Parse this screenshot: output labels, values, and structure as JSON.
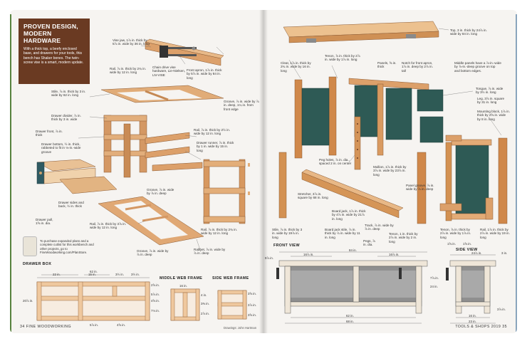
{
  "title_box": {
    "heading_line1": "PROVEN DESIGN,",
    "heading_line2": "MODERN HARDWARE",
    "text": "With a thick top, a beefy enclosed base, and drawers for your tools, this bench has Shaker bones. The twin-screw vise is a smart, modern update."
  },
  "left_labels": [
    "Vise jaw, 1⅞ in. thick by 5⅞ in. wide by 36 in. long",
    "Chain drive vise hardware, Lie-Nielsen, LN-VISE",
    "Front apron, 1⅞ in. thick by 5⅞ in. wide by 84 in. long",
    "Rail, ⅞ in. thick by 2¾ in. wide by 12 in. long",
    "Stile, ⅞ in. thick by 3 in. wide by 62 in. long",
    "Groove, ⅞ in. wide by ⅞ in. deep, 1¼ in. from front edge",
    "Drawer divider, ⅞ in. thick by 3 in. wide",
    "Rail, ⅞ in. thick by 2½ in. wide by 12 in. long",
    "Drawer front, ⅞ in. thick",
    "Drawer bottom, ½ in. thick, rabbeted to fit in ⅛-in.-wide groove",
    "Drawer runner, ⅞ in. thick by 1 in. wide by 15 in. long",
    "Drawer sides and back, ½ in. thick",
    "Groove, ⅞ in. wide by ⅞ in. deep",
    "Drawer pull, 1⅝ in. dia.",
    "Rail, ⅞ in. thick by 3⅞ in. wide by 12 in. long",
    "Rail, ⅞ in. thick by 2¾ in. wide by 12 in. long",
    "Groove, ⅞ in. wide by ⅞ in. deep",
    "Rabbet, ⅞ in. wide by ⅞ in. deep"
  ],
  "purchase_note": "To purchase expanded plans and a complete cutlist for this workbench and other projects, go to FineWoodworking.com/PlanStore.",
  "drawer_box": {
    "title": "DRAWER BOX",
    "dims": [
      "62 in.",
      "22 in.",
      "15 in.",
      "3½ in.",
      "3½ in.",
      "2⅝ in.",
      "5⅞ in.",
      "4⅝ in.",
      "7⅛ in.",
      "20⅞ in.",
      "5⅞ in.",
      "4⅝ in."
    ]
  },
  "middle_web_frame": {
    "title": "MIDDLE WEB FRAME",
    "dims": [
      "16 in.",
      "4 in.",
      "3⅜ in.",
      "2⅞ in."
    ]
  },
  "side_web_frame": {
    "title": "SIDE WEB FRAME",
    "dims": [
      "3⅝ in.",
      "3⅞ in.",
      "3⅝ in."
    ]
  },
  "left_folio": "34  FINE WOODWORKING",
  "credit": "Drawings: John Hartman",
  "right_labels": [
    "Top, 3 in. thick by 24⅞ in. wide by 84 in. long",
    "Cleat, 1⅞ in. thick by 2¾ in. wide by 16 in. long",
    "Tenon, ⅞ in. thick by 2⅞ in. wide by 1⅞ in. long",
    "Panels, ⅝ in. thick",
    "Notch for front apron, 1⅞ in. deep by 2⅞ in. tall",
    "Middle panels have a ⅞-in.-wide by ⅞-in.-deep groove on top and bottom edges.",
    "Tongue, ⅞ in. wide by 3½ in. long",
    "Leg, 3⅞ in. square by 31 in. long",
    "Mounting block, 1⅞ in. thick by 2⅝ in. wide by 8 in. long",
    "Peg holes, ⅞ in. dia., spaced 2 in. on center",
    "Mullion, 1⅞ in. thick by 3⅞ in. wide by 23⅞ in. long",
    "Panel groove, ⅞ in. wide by ⅞ in. deep",
    "Stretcher, 3⅞ in. square by 68 in. long",
    "Board jack, 1⅞ in. thick by 4⅞ in. wide by 21⅞ in. long",
    "Board jack stile, ⅞ in. thick by ⅞ in. wide by 11 in. long",
    "Track, ⅞ in. wide by ⅞ in. deep",
    "Pegs, ⅞ in. dia.",
    "Tenon, 1 in. thick by 2⅞ in. wide by 2 in. long",
    "Stile, ⅞ in. thick by 3 in. wide by 19⅞ in. long",
    "Tenon, ⅞ in. thick by 2⅞ in. wide by 1⅞ in. long",
    "Rail, 1⅞ in. thick by 2⅞ in. wide by 19 in. long"
  ],
  "front_view": {
    "title": "FRONT VIEW",
    "dims": [
      "84 in.",
      "16⅞ in.",
      "16⅞ in.",
      "9⅞ in.",
      "24 in.",
      "7⅞ in.",
      "62 in.",
      "68 in."
    ]
  },
  "side_view": {
    "title": "SIDE VIEW",
    "dims": [
      "1⅝ in.",
      "1⅝ in.",
      "24⅞ in.",
      "3 in.",
      "3⅞ in.",
      "16 in.",
      "23 in."
    ]
  },
  "right_folio": "TOOLS & SHOPS 2019  35",
  "colors": {
    "wood": "#d9a06a",
    "wood_dark": "#b8733f",
    "panel": "#2c5a55",
    "title_bg": "#6a3a22",
    "page": "#f6f4f1"
  }
}
